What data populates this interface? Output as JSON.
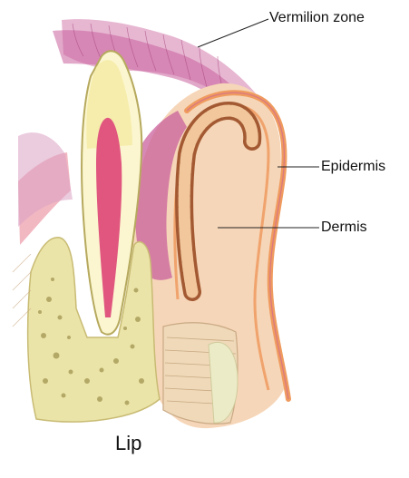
{
  "labels": {
    "vermilion_zone": "Vermilion zone",
    "epidermis": "Epidermis",
    "dermis": "Dermis"
  },
  "caption": "Lip",
  "colors": {
    "vermilion": "#c9609c",
    "lip_skin": "#f6d6b8",
    "epidermis": "#ef9a5e",
    "gum": "#f2b8c2",
    "bone": "#ebe4a8",
    "enamel": "#fbf6cf",
    "pulp": "#e0567f",
    "gland": "#a35a33",
    "muscle": "#efd9b9"
  }
}
